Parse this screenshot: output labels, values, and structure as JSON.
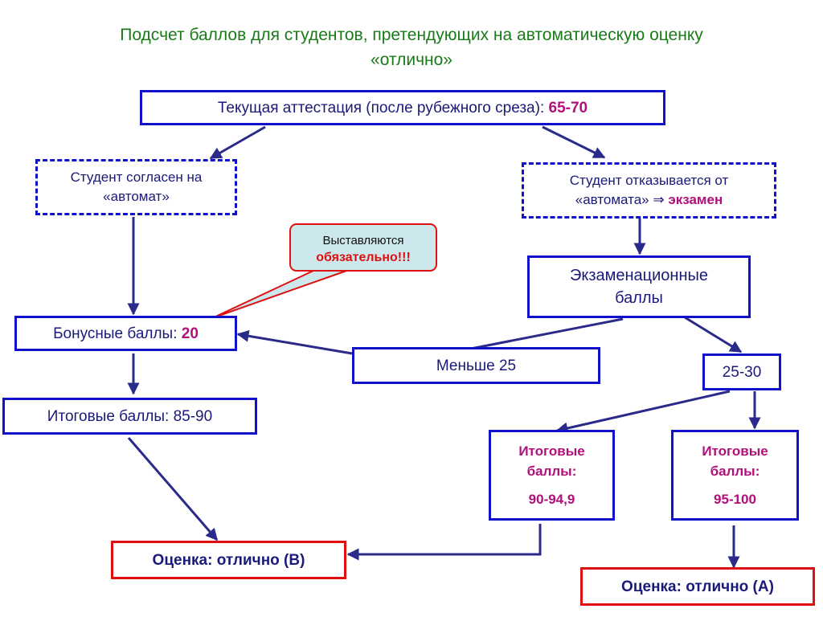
{
  "title": {
    "line1": "Подсчет баллов для студентов, претендующих на автоматическую оценку",
    "line2": "«отлично»"
  },
  "current": {
    "label": "Текущая аттестация (после рубежного среза): ",
    "value": "65-70"
  },
  "agree": {
    "line1": "Студент согласен на",
    "line2": "«автомат»"
  },
  "refuse": {
    "line1": "Студент отказывается от",
    "line2": "«автомата» ",
    "symbol": "⇒",
    "strong": " экзамен"
  },
  "callout": {
    "line1": "Выставляются",
    "line2": "обязательно!!!"
  },
  "exam": {
    "line1": "Экзаменационные",
    "line2": "баллы"
  },
  "bonus": {
    "label": "Бонусные баллы: ",
    "value": "20"
  },
  "less": {
    "label": "Меньше 25"
  },
  "range": {
    "label": "25-30"
  },
  "final_left": {
    "label": "Итоговые баллы: 85-90"
  },
  "final_mid": {
    "line1": "Итоговые",
    "line2": "баллы:",
    "value": "90-94,9"
  },
  "final_right": {
    "line1": "Итоговые",
    "line2": "баллы:",
    "value": "95-100"
  },
  "grade_b": {
    "label": "Оценка: отлично (B)"
  },
  "grade_a": {
    "label": "Оценка: отлично (А)"
  },
  "colors": {
    "title": "#1a7a1a",
    "box_border": "#1111cc",
    "grade_border": "#dd1111",
    "arrow": "#2a2a8a",
    "accent": "#b0107a"
  }
}
